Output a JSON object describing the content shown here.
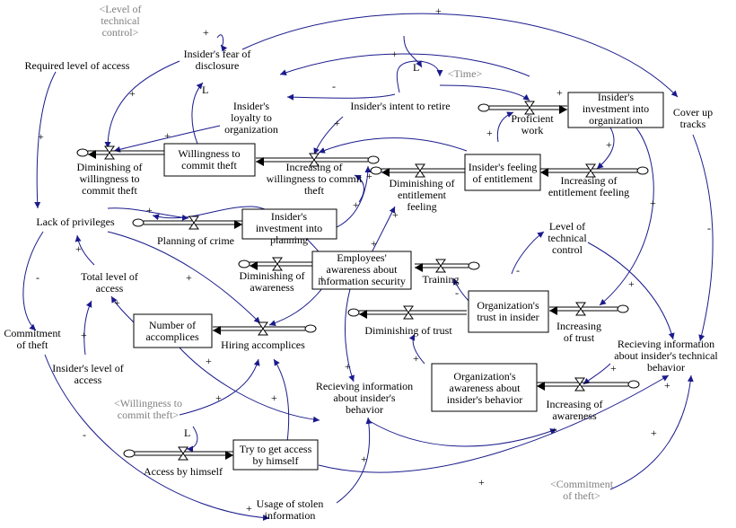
{
  "stocks": {
    "insiders_investment_into_organization": "Insider's\ninvestment into\norganization",
    "willingness_to_commit_theft": "Willingness to\ncommit theft",
    "insiders_feeling_of_entitlement": "Insider's feeling\nof entitlement",
    "insiders_investment_into_planning": "Insider's\ninvestment into\nplanning",
    "employees_awareness": "Employees'\nawareness about\ninformation security",
    "organizations_trust": "Organization's\ntrust in insider",
    "number_of_accomplices": "Number of\naccomplices",
    "organizations_awareness": "Organization's\nawareness about\ninsider's behavior",
    "try_to_get_access": "Try to get access\nby himself"
  },
  "variables": {
    "level_of_technical_control_shadow": "<Level of\ntechnical\ncontrol>",
    "insiders_fear": "Insider's fear of\ndisclosure",
    "required_level_of_access": "Required level of access",
    "time_shadow": "<Time>",
    "insiders_loyalty": "Insider's\nloyalty to\norganization",
    "insiders_intent_to_retire": "Insider's intent to retire",
    "proficient_work": "Proficient\nwork",
    "cover_up_tracks": "Cover up\ntracks",
    "diminishing_of_willingness": "Diminishing of\nwillingness to\ncommit theft",
    "increasing_of_willingness": "Increasing of\nwillingness to commit\ntheft",
    "diminishing_of_entitlement": "Diminishing of\nentitlement\nfeeling",
    "increasing_of_entitlement": "Increasing of\nentitlement feeling",
    "lack_of_privileges": "Lack of privileges",
    "planning_of_crime": "Planning of crime",
    "level_of_technical_control": "Level of\ntechnical\ncontrol",
    "diminishing_of_awareness": "Diminishing of\nawareness",
    "training": "Training",
    "total_level_of_access": "Total level of\naccess",
    "diminishing_of_trust": "Diminishing of trust",
    "increasing_of_trust": "Increasing\nof trust",
    "commitment_of_theft": "Commitment\nof theft",
    "hiring_accomplices": "Hiring accomplices",
    "receiving_info_technical": "Recieving information\nabout insider's technical\nbehavior",
    "insiders_level_of_access": "Insider's level of\naccess",
    "receiving_info_behavior": "Recieving information\nabout insider's\nbehavior",
    "willingness_shadow": "<Willingness to\ncommit theft>",
    "increasing_of_awareness": "Increasing of\nawareness",
    "access_by_himself": "Access by himself",
    "commitment_shadow": "<Commitment\nof theft>",
    "usage_of_stolen_information": "Usage of stolen\ninformation"
  },
  "polarity": {
    "plus": "+",
    "minus": "-",
    "loop_L": "L"
  }
}
